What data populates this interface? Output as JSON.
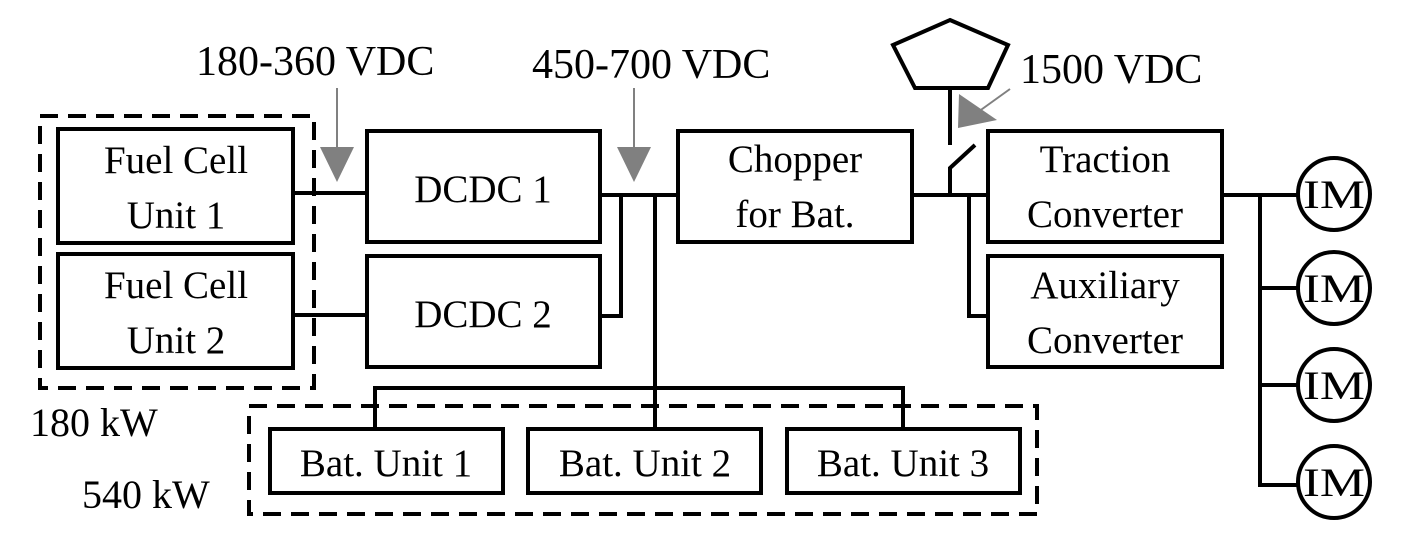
{
  "diagram": {
    "voltage_labels": {
      "fc_bus": "180-360 VDC",
      "dc_link": "450-700 VDC",
      "catenary": "1500 VDC"
    },
    "fuel_cells": [
      {
        "line1": "Fuel Cell",
        "line2": "Unit 1"
      },
      {
        "line1": "Fuel Cell",
        "line2": "Unit 2"
      }
    ],
    "fuel_cell_group_power": "180 kW",
    "dcdc": [
      "DCDC 1",
      "DCDC 2"
    ],
    "chopper": {
      "line1": "Chopper",
      "line2": "for Bat."
    },
    "traction_converter": {
      "line1": "Traction",
      "line2": "Converter"
    },
    "auxiliary_converter": {
      "line1": "Auxiliary",
      "line2": "Converter"
    },
    "batteries": [
      "Bat. Unit 1",
      "Bat. Unit 2",
      "Bat. Unit 3"
    ],
    "battery_group_power": "540 kW",
    "motors": [
      "IM",
      "IM",
      "IM",
      "IM"
    ],
    "colors": {
      "line": "#000000",
      "arrow": "#808080",
      "background": "#ffffff"
    }
  }
}
